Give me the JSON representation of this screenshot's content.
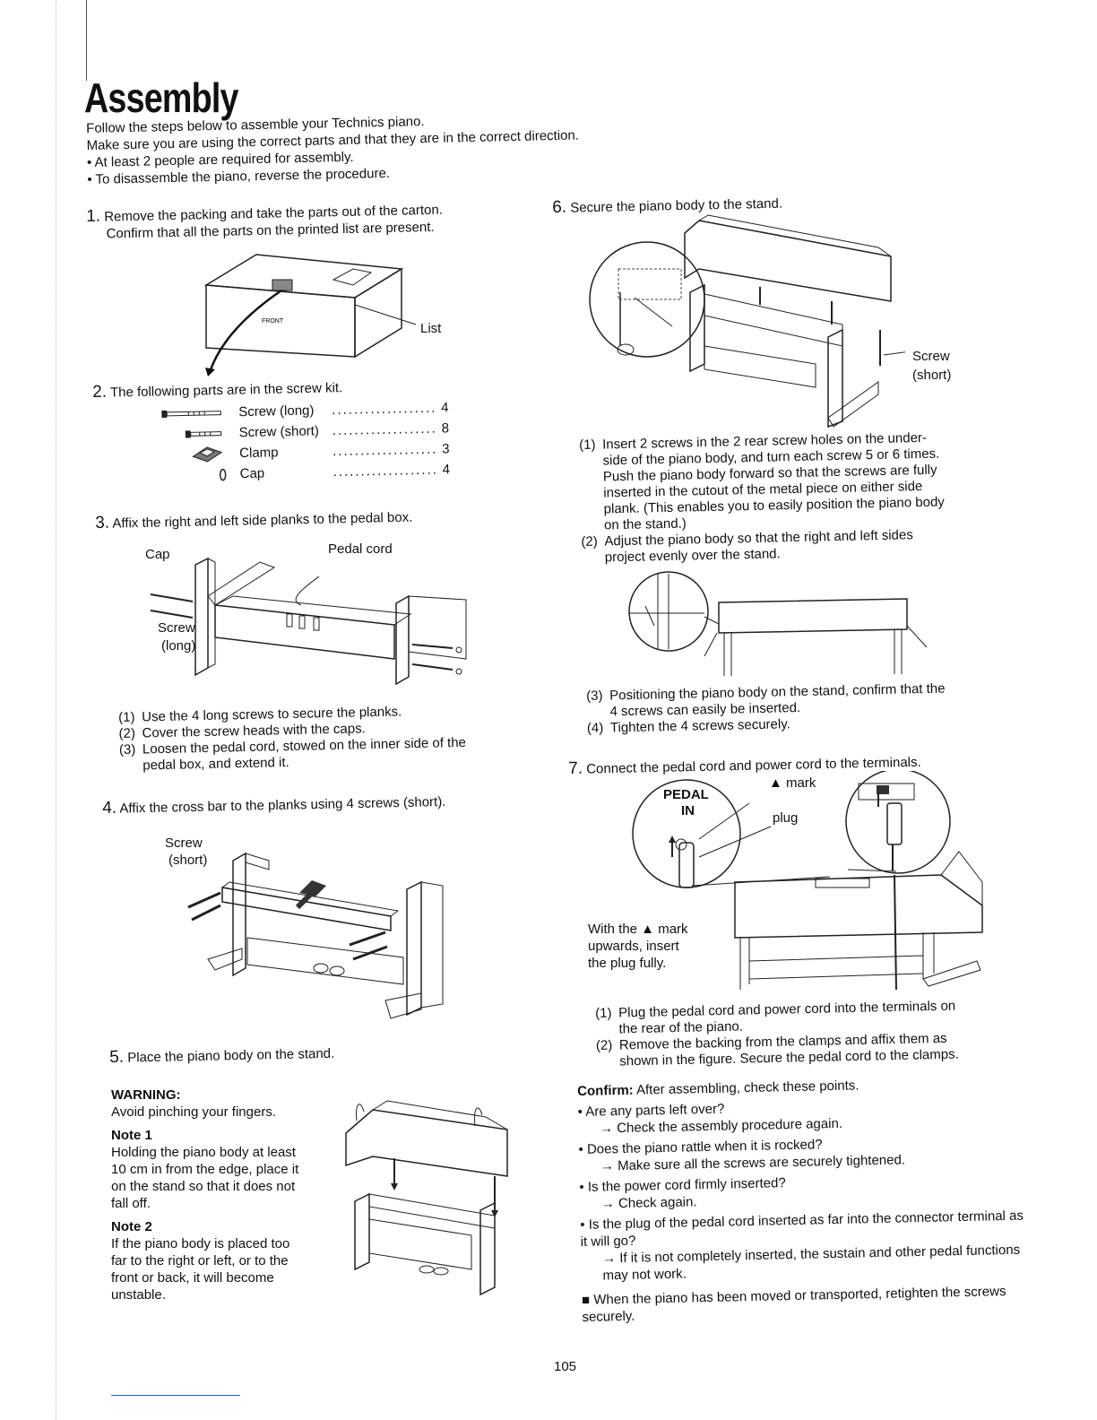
{
  "page": {
    "title": "Assembly",
    "intro": [
      "Follow the steps below to assemble your Technics piano.",
      "Make sure you are using the correct parts and that they are in the correct direction.",
      "• At least 2 people are required for assembly.",
      "• To disassemble the piano, reverse the procedure."
    ],
    "page_number": "105"
  },
  "step1": {
    "num": "1.",
    "text": "Remove the packing and take the parts out of the carton.",
    "text2": "Confirm that all the parts on the printed list are present.",
    "fig_label_list": "List",
    "fig_label_front": "FRONT"
  },
  "step2": {
    "num": "2.",
    "text": "The following parts are in the screw kit.",
    "parts": [
      {
        "name": "Screw (long)",
        "qty": "4"
      },
      {
        "name": "Screw (short)",
        "qty": "8"
      },
      {
        "name": "Clamp",
        "qty": "3"
      },
      {
        "name": "Cap",
        "qty": "4"
      }
    ]
  },
  "step3": {
    "num": "3.",
    "text": "Affix the right and left side planks to the pedal box.",
    "fig_cap": "Cap",
    "fig_pedal_cord": "Pedal cord",
    "fig_screw": "Screw",
    "fig_long": "(long)",
    "subs": [
      {
        "idx": "(1)",
        "text": "Use the 4 long screws to secure the planks."
      },
      {
        "idx": "(2)",
        "text": "Cover the screw heads with the caps."
      },
      {
        "idx": "(3)",
        "text": "Loosen the pedal cord, stowed on the inner side of the"
      },
      {
        "idx": "",
        "text": "pedal box, and extend it."
      }
    ]
  },
  "step4": {
    "num": "4.",
    "text": "Affix the cross bar to the planks using 4 screws (short).",
    "fig_screw": "Screw",
    "fig_short": "(short)"
  },
  "step5": {
    "num": "5.",
    "text": "Place the piano body on the stand.",
    "warning_head": "WARNING:",
    "warning_text": "Avoid pinching your fingers.",
    "note1_head": "Note 1",
    "note1_text": "Holding the piano body at least 10 cm in from the edge, place it on the stand so that it does not fall off.",
    "note2_head": "Note 2",
    "note2_text": "If the piano body is placed too far to the right or left, or to the front or back, it will become unstable."
  },
  "step6": {
    "num": "6.",
    "text": "Secure the piano body to the stand.",
    "fig_screw": "Screw",
    "fig_short": "(short)",
    "subs": [
      {
        "idx": "(1)",
        "text": "Insert 2 screws in the 2 rear screw holes on the under-"
      },
      {
        "idx": "",
        "text": "side of the piano body, and turn each screw 5 or 6 times."
      },
      {
        "idx": "",
        "text": "Push the piano body forward so that the screws are fully"
      },
      {
        "idx": "",
        "text": "inserted in the cutout of the metal piece on either side"
      },
      {
        "idx": "",
        "text": "plank. (This enables you to easily position the piano body"
      },
      {
        "idx": "",
        "text": "on the stand.)"
      },
      {
        "idx": "(2)",
        "text": "Adjust the piano body so that the right and left sides"
      },
      {
        "idx": "",
        "text": "project evenly over the stand."
      }
    ],
    "subs2": [
      {
        "idx": "(3)",
        "text": "Positioning the piano body on the stand, confirm that the"
      },
      {
        "idx": "",
        "text": "4 screws can easily be inserted."
      },
      {
        "idx": "(4)",
        "text": "Tighten the 4 screws securely."
      }
    ]
  },
  "step7": {
    "num": "7.",
    "text": "Connect the pedal cord and power cord to the terminals.",
    "fig_pedal": "PEDAL",
    "fig_in": "IN",
    "fig_mark": "▲ mark",
    "fig_plug": "plug",
    "fig_with": "With the ▲ mark",
    "fig_upwards": "upwards, insert",
    "fig_fully": "the plug fully.",
    "subs": [
      {
        "idx": "(1)",
        "text": "Plug the pedal cord and power cord into the terminals on"
      },
      {
        "idx": "",
        "text": "the rear of the piano."
      },
      {
        "idx": "(2)",
        "text": "Remove the backing from the clamps and affix them as"
      },
      {
        "idx": "",
        "text": "shown in the figure. Secure the pedal cord to the clamps."
      }
    ]
  },
  "confirm": {
    "head": "Confirm:",
    "head_text": "After assembling, check these points.",
    "items": [
      {
        "q": "• Are any parts left over?",
        "a": "→ Check the assembly procedure again."
      },
      {
        "q": "• Does the piano rattle when it is rocked?",
        "a": "→ Make sure all the screws are securely tightened."
      },
      {
        "q": "• Is the power cord firmly inserted?",
        "a": "→ Check again."
      },
      {
        "q": "• Is the plug of the pedal cord inserted as far into the connector terminal as it will go?",
        "a": "→ If it is not completely inserted, the sustain and other pedal functions may not work."
      }
    ],
    "final": "■ When the piano has been moved or transported, retighten the screws securely."
  }
}
